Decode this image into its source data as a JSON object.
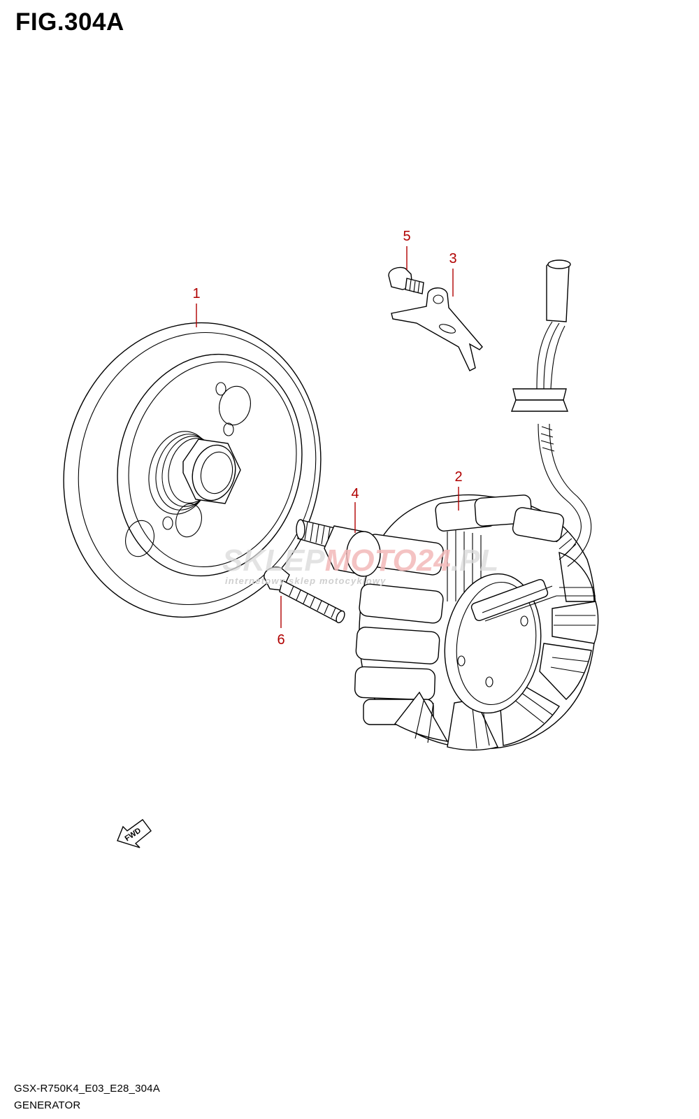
{
  "figure": {
    "title": "FIG.304A",
    "model_code": "GSX-R750K4_E03_E28_304A",
    "name": "GENERATOR"
  },
  "callouts": [
    {
      "id": "1",
      "label": "1"
    },
    {
      "id": "2",
      "label": "2"
    },
    {
      "id": "3",
      "label": "3"
    },
    {
      "id": "4",
      "label": "4"
    },
    {
      "id": "5",
      "label": "5"
    },
    {
      "id": "6",
      "label": "6"
    }
  ],
  "direction_arrow": {
    "label": "FWD"
  },
  "watermark": {
    "brand_prefix": "SKLEP",
    "brand_mid": "MOTO",
    "brand_num": "24",
    "brand_suffix": ".PL",
    "tagline": "internetowy sklep motocyklowy"
  },
  "colors": {
    "callout": "#b00000",
    "line": "#000000",
    "watermark": "#d9d9d9",
    "watermark_accent": "#f2b8b8"
  }
}
